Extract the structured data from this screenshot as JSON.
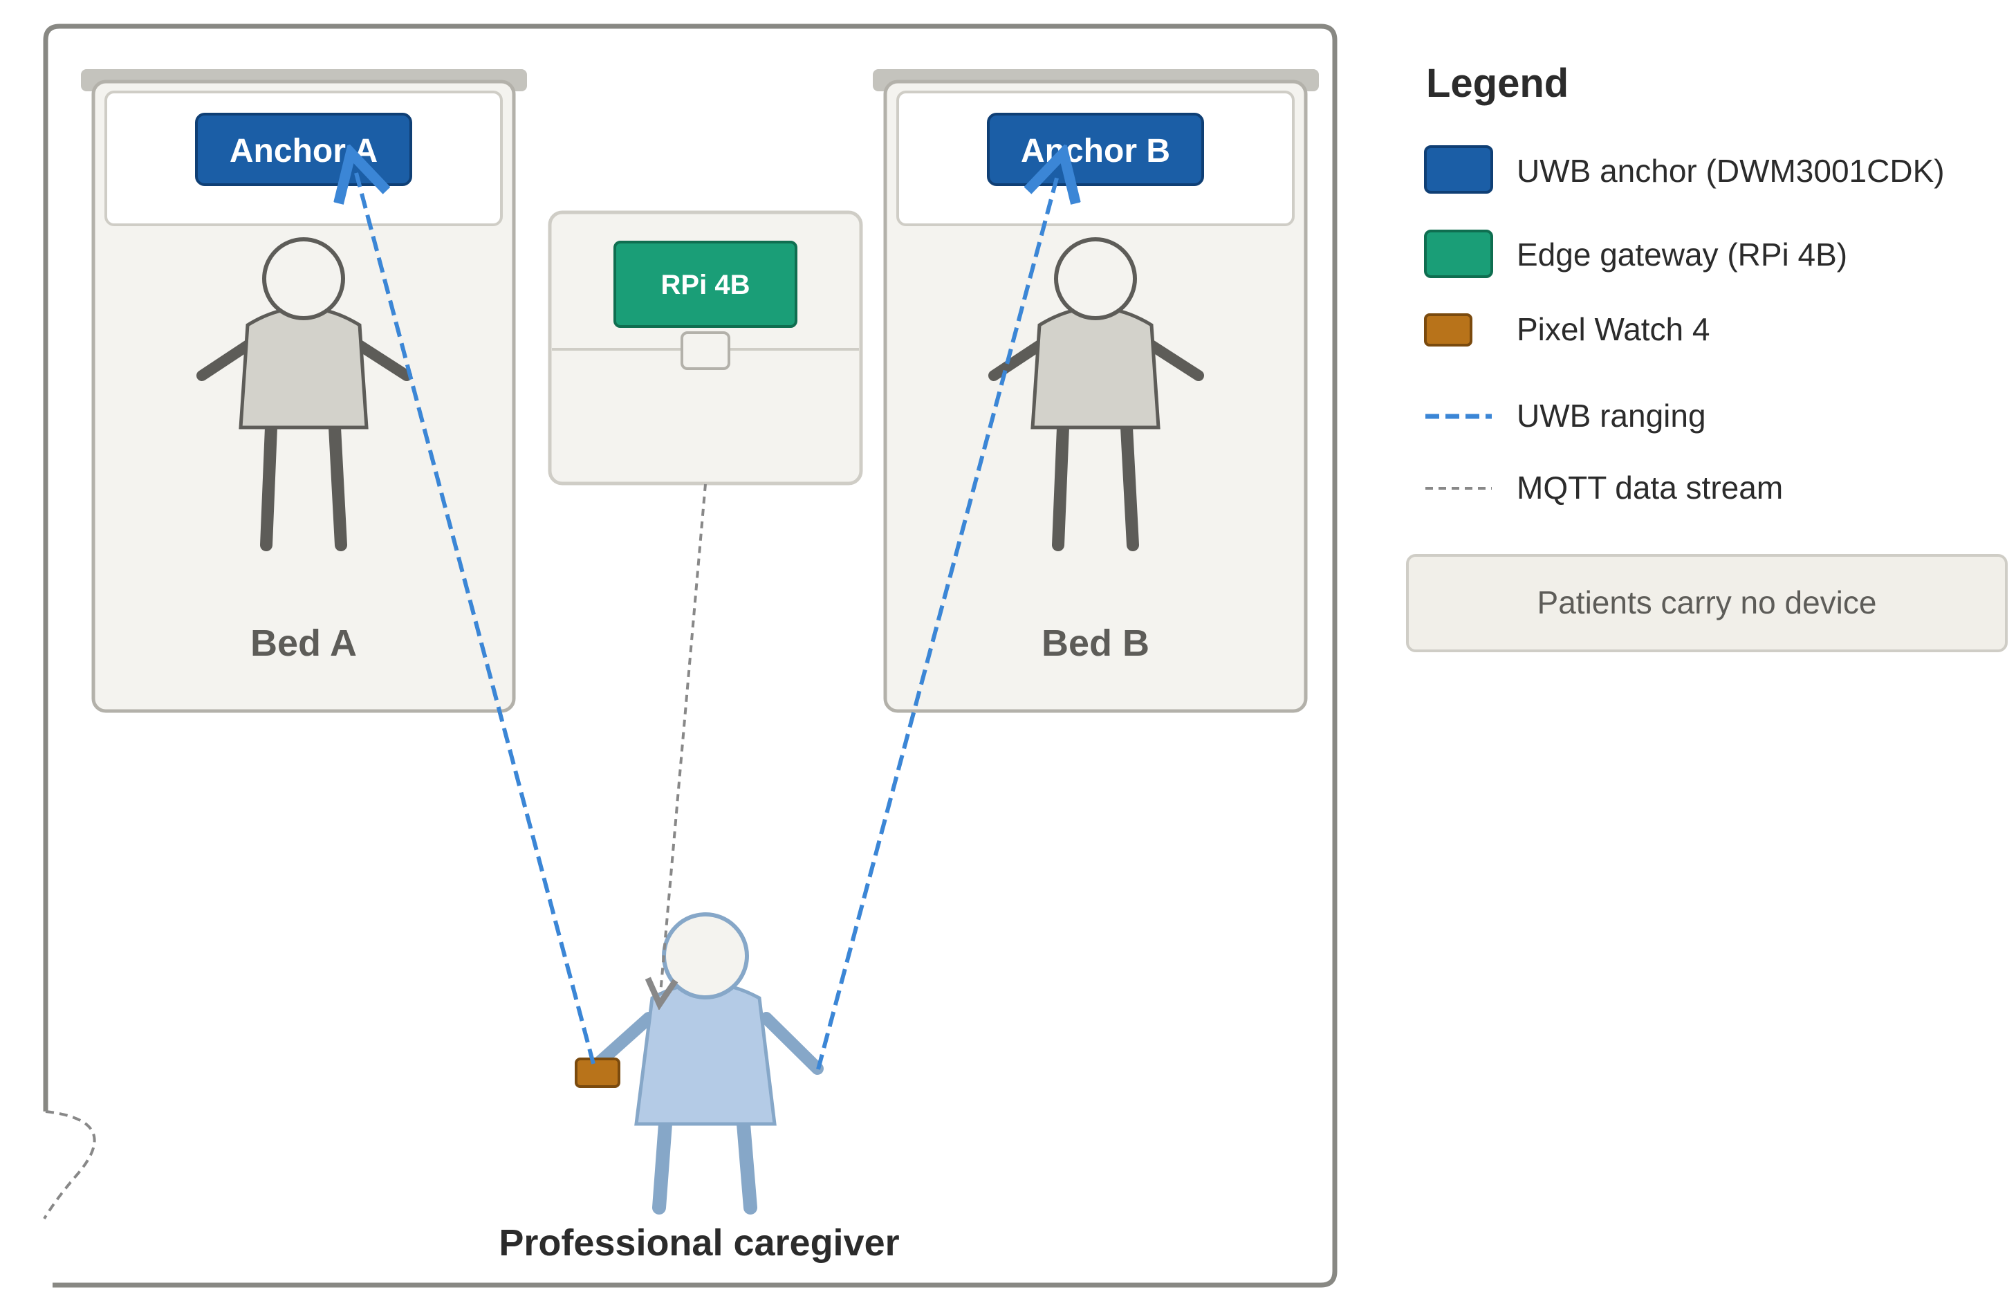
{
  "beds": [
    {
      "label": "Bed A",
      "anchor_label": "Anchor A"
    },
    {
      "label": "Bed B",
      "anchor_label": "Anchor B"
    }
  ],
  "gateway": {
    "label": "RPi 4B"
  },
  "caregiver": {
    "label": "Professional caregiver"
  },
  "legend": {
    "title": "Legend",
    "items": [
      {
        "label": "UWB anchor (DWM3001CDK)",
        "icon": "anchor-swatch"
      },
      {
        "label": "Edge gateway (RPi 4B)",
        "icon": "gateway-swatch"
      },
      {
        "label": "Pixel Watch 4",
        "icon": "watch-swatch"
      },
      {
        "label": "UWB ranging",
        "icon": "blue-dashed-line"
      },
      {
        "label": "MQTT data stream",
        "icon": "gray-dashed-line"
      }
    ],
    "note": "Patients carry no device"
  },
  "colors": {
    "anchor": "#1b5ea6",
    "gateway": "#1a9e77",
    "watch": "#b8731a",
    "uwb_line": "#3b86d6",
    "mqtt_line": "#888888",
    "caregiver": "#b4cbe6",
    "patient": "#d3d2cb"
  }
}
